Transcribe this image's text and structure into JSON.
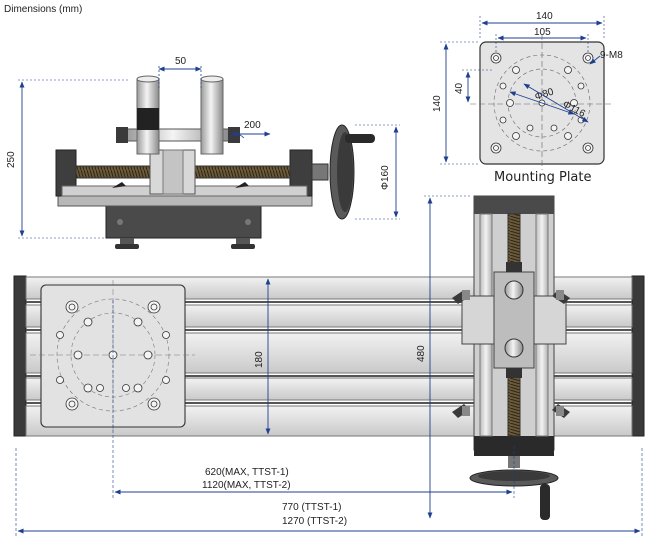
{
  "header": {
    "title": "Dimensions (mm)"
  },
  "side_view": {
    "dim_spacing": "50",
    "dim_height": "250",
    "dim_stroke": "200",
    "dim_handwheel": "Φ160"
  },
  "mounting_plate": {
    "caption": "Mounting Plate",
    "dim_width_outer": "140",
    "dim_width_inner": "105",
    "dim_height_outer": "140",
    "dim_height_inner": "40",
    "dim_holes": "9-M8",
    "dim_inner_circle": "Φ80",
    "dim_outer_circle": "Φ116"
  },
  "top_view": {
    "dim_rail_height": "180",
    "dim_crosshead_height": "480",
    "dim_travel_1": "620(MAX, TTST-1)",
    "dim_travel_2": "1120(MAX, TTST-2)",
    "dim_length_1": "770 (TTST-1)",
    "dim_length_2": "1270 (TTST-2)"
  },
  "colors": {
    "dim_line": "#1f3f8f",
    "metal_dark": "#3a3a3a",
    "metal_mid": "#9a9a9a",
    "metal_light": "#d8d8d8",
    "plate": "#e6e6e6"
  }
}
